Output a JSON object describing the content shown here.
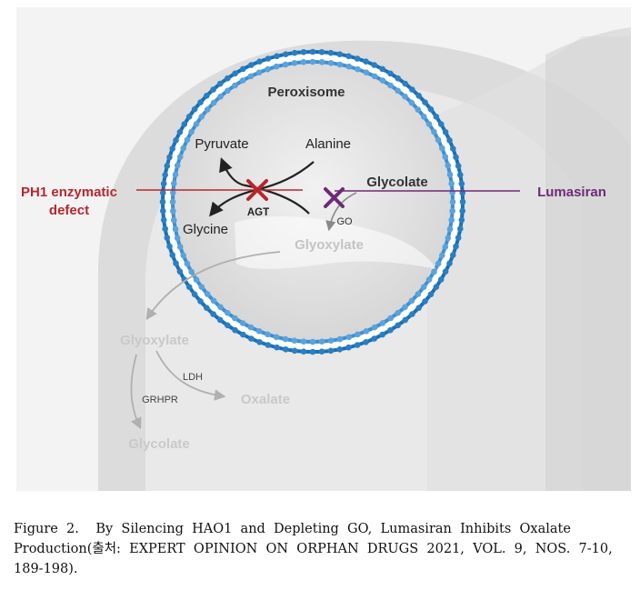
{
  "diagram": {
    "compartment": "Peroxisome",
    "inside": {
      "pyruvate": "Pyruvate",
      "alanine": "Alanine",
      "glycine": "Glycine",
      "glycolate": "Glycolate",
      "agt": "AGT",
      "go": "GO",
      "glyoxylate": "Glyoxylate"
    },
    "outside": {
      "glyoxylate": "Glyoxylate",
      "ldh": "LDH",
      "grhpr": "GRHPR",
      "oxalate": "Oxalate",
      "glycolate": "Glycolate"
    },
    "annotations": {
      "defect_line1": "PH1 enzymatic",
      "defect_line2": "defect",
      "drug": "Lumasiran"
    },
    "colors": {
      "defect": "#b8262d",
      "drug": "#6e2a77",
      "membrane": "#1a6fb3",
      "faded_text": "#c9c9c9"
    }
  },
  "caption": {
    "line1": "Figure  2.    By  Silencing  HAO1  and  Depleting  GO,  Lumasiran  Inhibits  Oxalate",
    "line2": "Production(출처:  EXPERT  OPINION  ON  ORPHAN  DRUGS  2021,  VOL.  9,  NOS.  7-10,",
    "line3": "189-198)."
  }
}
